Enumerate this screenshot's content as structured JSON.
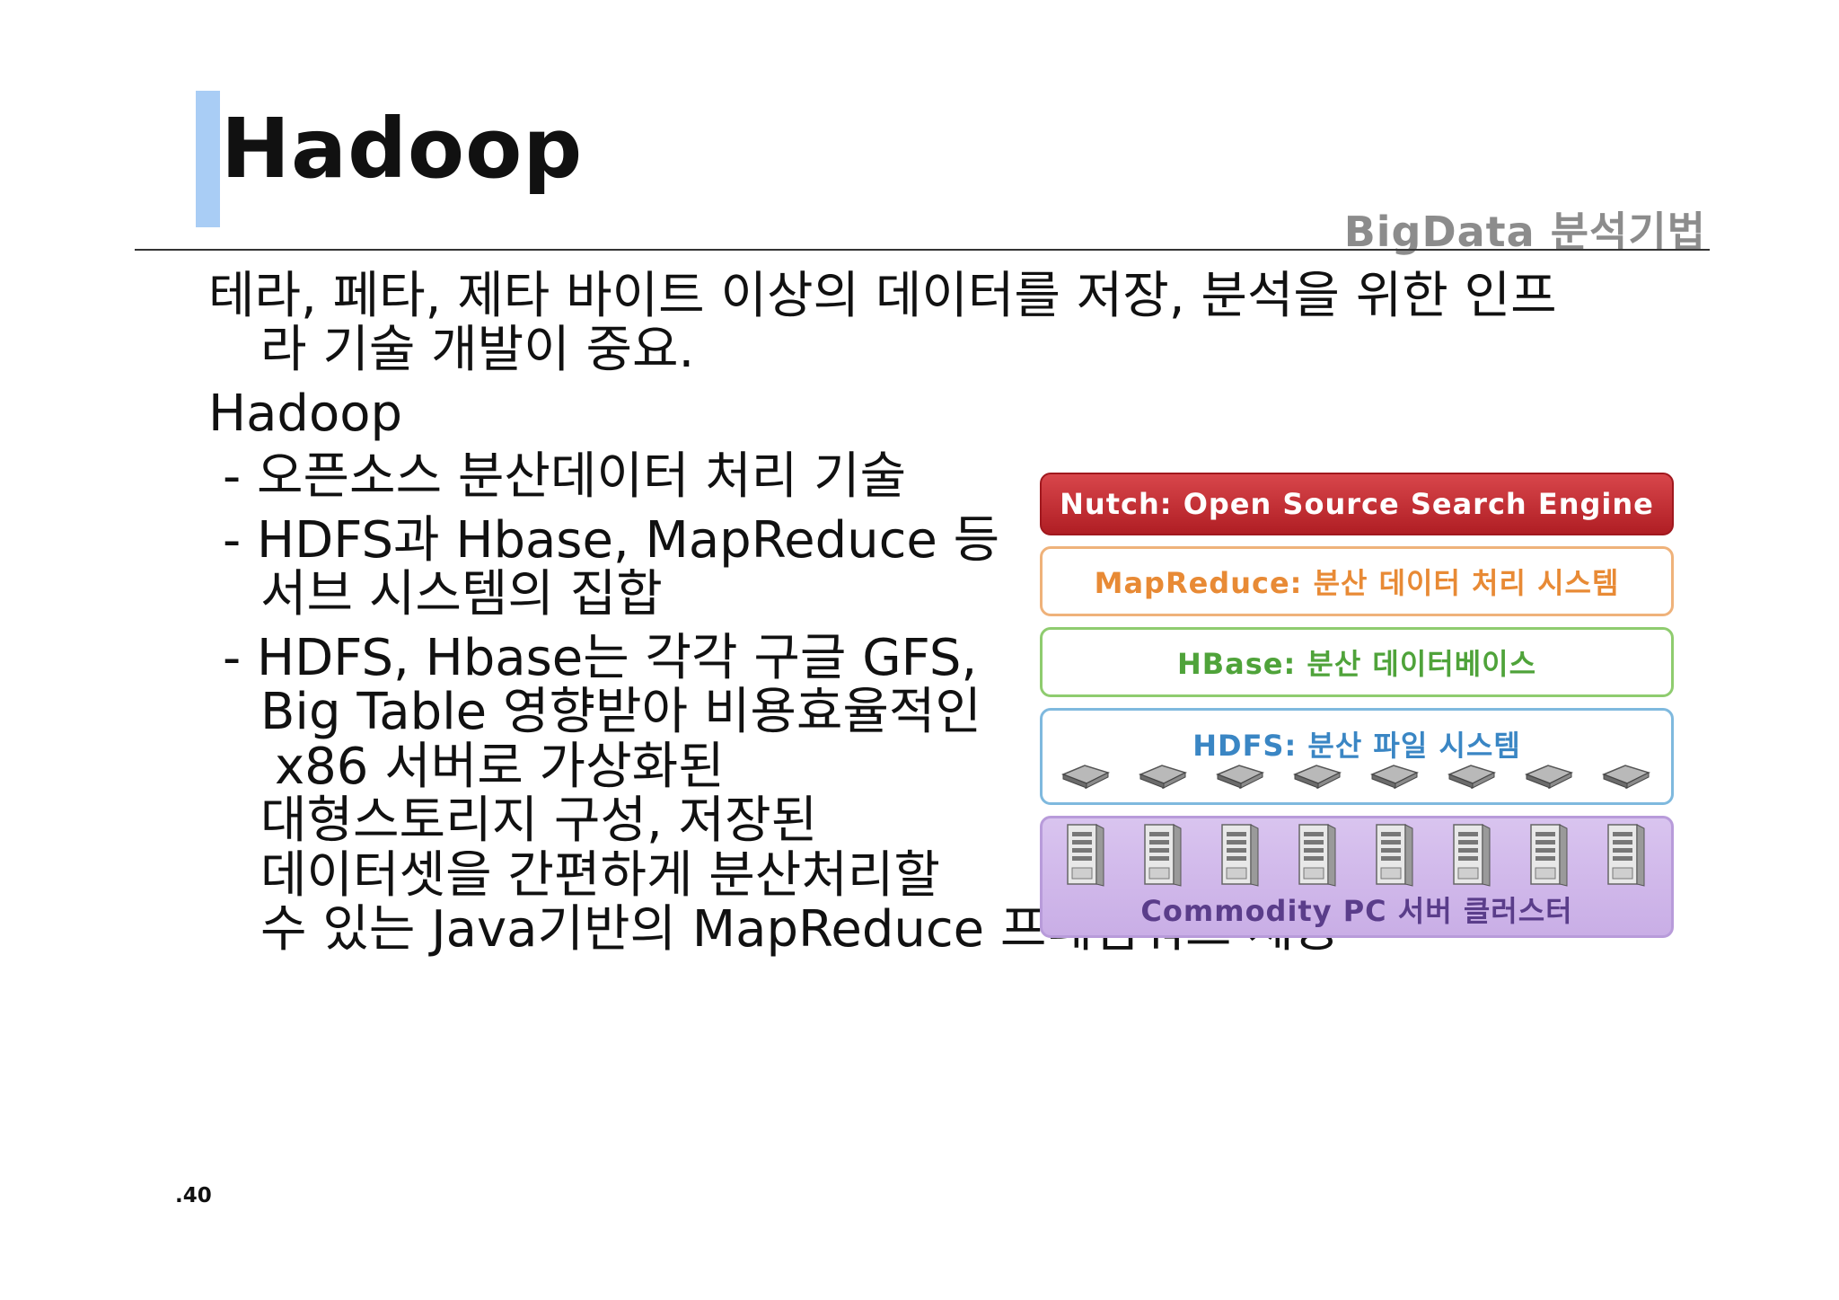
{
  "slide": {
    "title": "Hadoop",
    "subtitle": "BigData 분석기법",
    "page_number": ".40"
  },
  "body": {
    "intro_line1": "테라, 페타, 제타 바이트 이상의 데이터를 저장, 분석을 위한 인프",
    "intro_line2": "라 기술 개발이 중요.",
    "heading": "Hadoop",
    "bullet1_line1": "- 오픈소스 분산데이터 처리 기술",
    "bullet2_line1": "- HDFS과 Hbase, MapReduce 등",
    "bullet2_line2": "서브 시스템의 집합",
    "bullet3_line1": "- HDFS, Hbase는 각각 구글 GFS,",
    "bullet3_line2": "Big Table 영향받아 비용효율적인",
    "bullet3_line3": "x86 서버로 가상화된",
    "bullet3_line4": "대형스토리지 구성, 저장된",
    "bullet3_line5": "데이터셋을 간편하게 분산처리할",
    "bullet3_line6": "수 있는 Java기반의 MapReduce 프레임워크 제공"
  },
  "diagram": {
    "layers": [
      {
        "label": "Nutch: Open Source Search Engine",
        "color": "#c0282e"
      },
      {
        "label": "MapReduce: 분산 데이터 처리 시스템",
        "color": "#e88a35"
      },
      {
        "label": "HBase: 분산 데이터베이스",
        "color": "#4fa33a"
      },
      {
        "label": "HDFS: 분산 파일 시스템",
        "color": "#3a86c4"
      },
      {
        "label": "Commodity PC 서버 클러스터",
        "color": "#5a3d8a"
      }
    ],
    "disk_icon": "hard-disk-icon",
    "server_icon": "server-tower-icon"
  }
}
